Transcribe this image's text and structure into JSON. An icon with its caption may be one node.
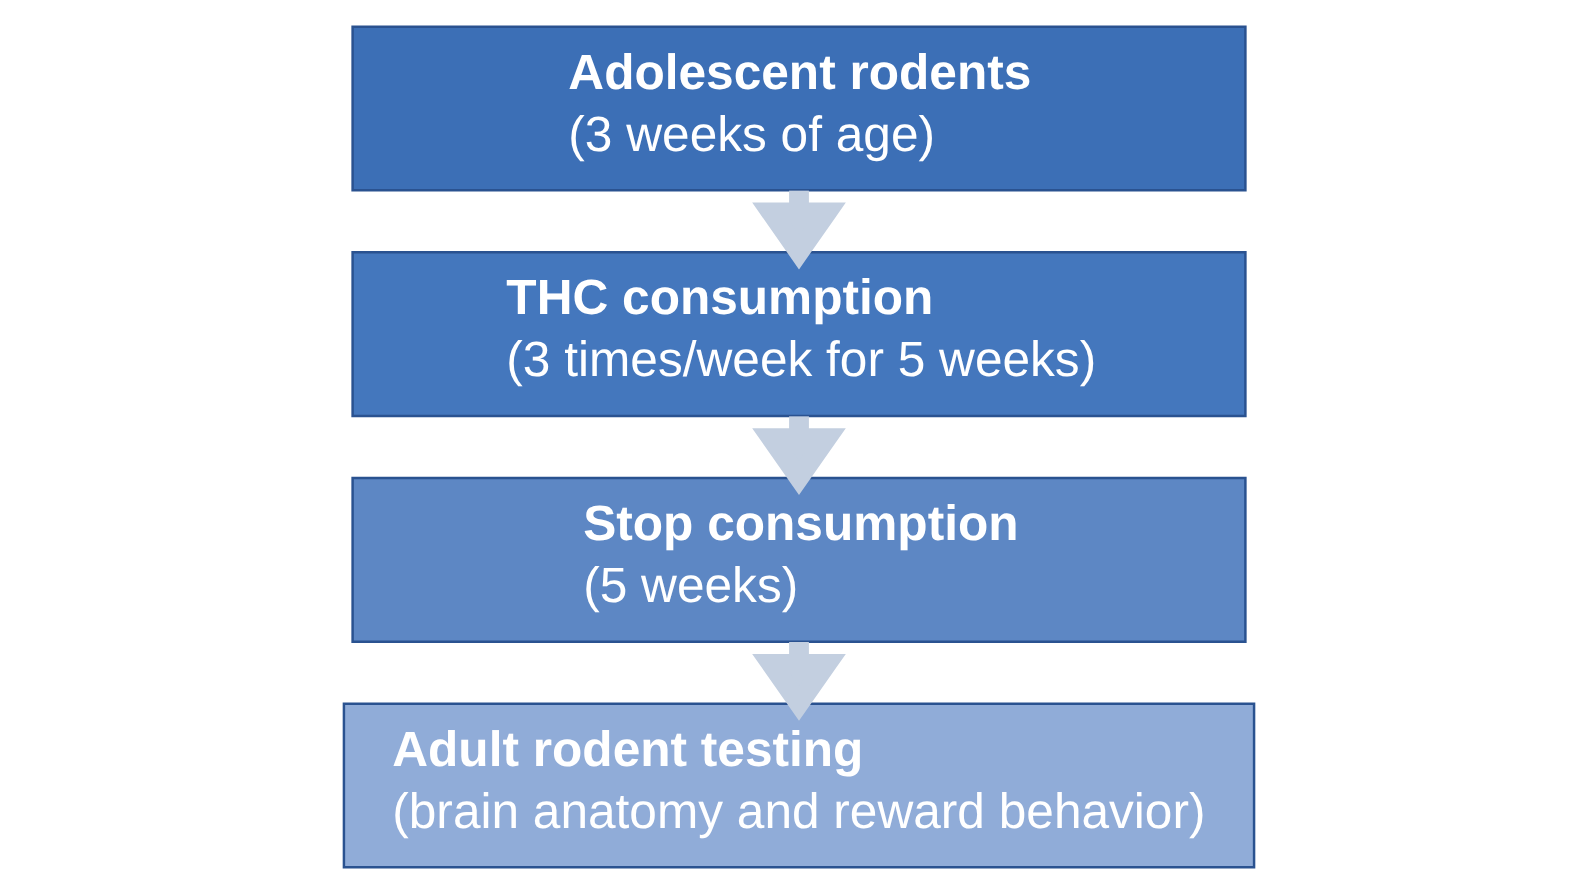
{
  "diagram": {
    "nodes": [
      {
        "text": [
          "Adolescent rodents",
          "(3 weeks of age)"
        ]
      },
      {
        "text": [
          "THC consumption",
          "(3 times/week for 5 weeks)"
        ]
      },
      {
        "text": [
          "Stop consumption",
          "(5 weeks)"
        ]
      },
      {
        "text": [
          "Adult rodent testing",
          "(brain anatomy and reward behavior)"
        ]
      }
    ],
    "edges": [
      {
        "from": 0,
        "to": 1,
        "arrow": "to"
      },
      {
        "from": 1,
        "to": 2,
        "arrow": "to"
      },
      {
        "from": 2,
        "to": 3,
        "arrow": "to"
      }
    ]
  }
}
